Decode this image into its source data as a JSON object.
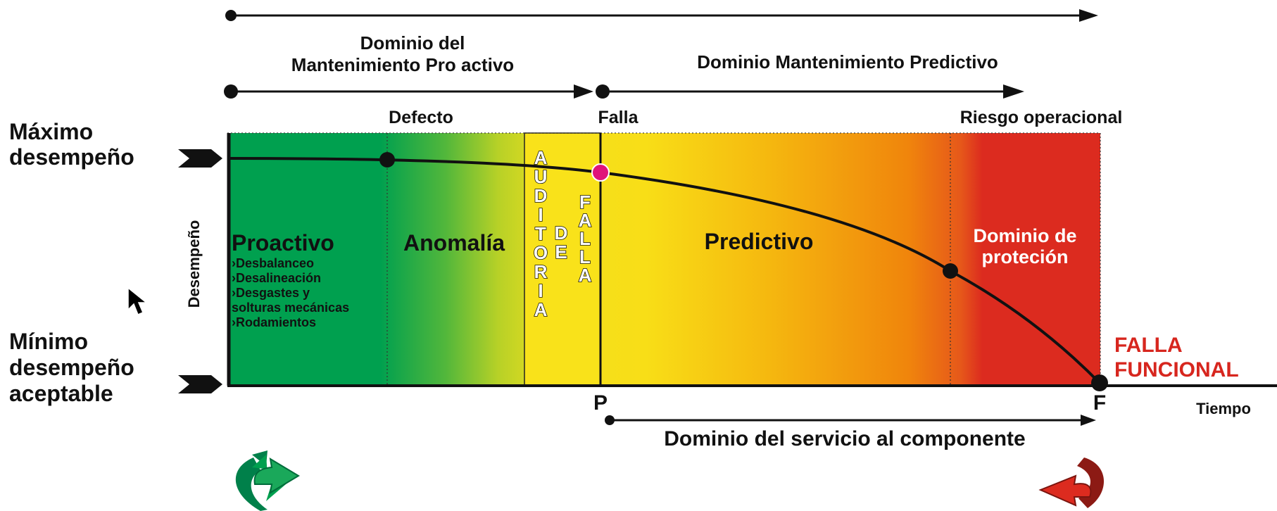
{
  "top_domains": {
    "proactive": [
      "Dominio del",
      "Mantenimiento Pro activo"
    ],
    "predictive": "Dominio Mantenimiento Predictivo"
  },
  "markers": {
    "defect": "Defecto",
    "failure": "Falla",
    "risk": "Riesgo operacional"
  },
  "left_labels": {
    "max": [
      "Máximo",
      "desempeño"
    ],
    "min": [
      "Mínimo",
      "desempeño",
      "aceptable"
    ],
    "y_axis": "Desempeño"
  },
  "regions": {
    "proactive_title": "Proactivo",
    "proactive_items": [
      "›Desbalanceo",
      "›Desalineación",
      "›Desgastes y",
      "solturas mecánicas",
      "›Rodamientos"
    ],
    "anomaly": "Anomalía",
    "audit_vertical": [
      "A",
      "U",
      "D",
      "I",
      "T",
      "O",
      "R",
      "I",
      "A"
    ],
    "de_vertical": [
      "D",
      "E"
    ],
    "falla_vertical": [
      "F",
      "A",
      "L",
      "L",
      "A"
    ],
    "predictive": "Predictivo",
    "protection": [
      "Dominio de",
      "proteción"
    ]
  },
  "axis": {
    "p": "P",
    "f": "F",
    "time": "Tiempo"
  },
  "functional_failure": [
    "FALLA",
    "FUNCIONAL"
  ],
  "service_domain": "Dominio del servicio al componente",
  "colors": {
    "green": "#00a04f",
    "yellow": "#f7e11c",
    "orange": "#f08a0c",
    "red": "#dc2b1f",
    "point_magenta": "#e0137a",
    "functional_failure_text": "#d7261e"
  },
  "icons": {
    "left_arrow": "green-curved-arrow-icon",
    "right_arrow": "red-curved-arrow-icon"
  }
}
